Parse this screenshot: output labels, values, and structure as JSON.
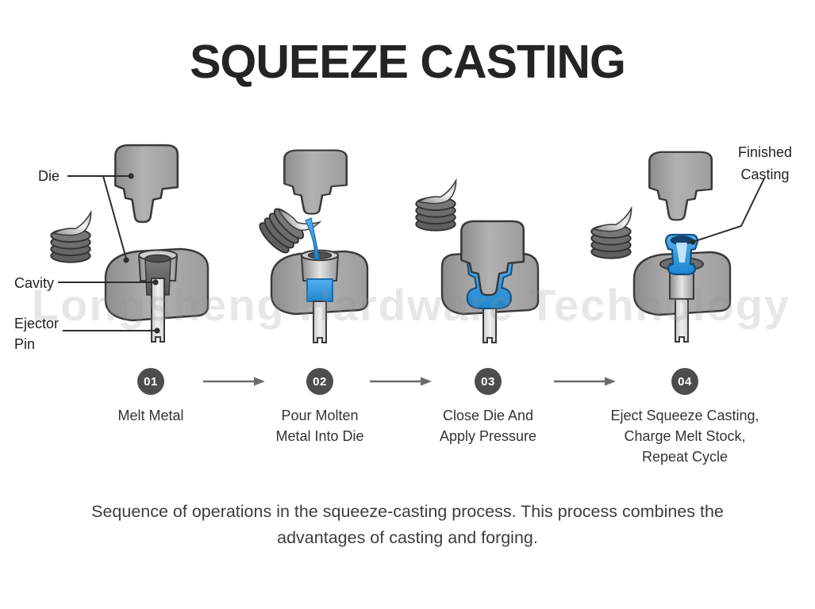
{
  "title": "SQUEEZE CASTING",
  "watermark": "Longsheng Hardware Technology",
  "annotations": {
    "die": "Die",
    "cavity": "Cavity",
    "ejector_pin": "Ejector\nPin",
    "finished_casting": "Finished\nCasting"
  },
  "steps": [
    {
      "number": "01",
      "caption": "Melt Metal"
    },
    {
      "number": "02",
      "caption": "Pour Molten\nMetal Into Die"
    },
    {
      "number": "03",
      "caption": "Close Die And\nApply Pressure"
    },
    {
      "number": "04",
      "caption": "Eject Squeeze Casting,\nCharge Melt Stock,\nRepeat Cycle"
    }
  ],
  "footer": "Sequence of operations in the squeeze-casting process. This process combines the\nadvantages of casting and forging.",
  "colors": {
    "molten_metal_blue": "#2d9be8",
    "die_gray": "#a6a6a6",
    "outline_dark": "#3a3a3a",
    "step_circle": "#4d4d4d",
    "title_text": "#242424"
  }
}
